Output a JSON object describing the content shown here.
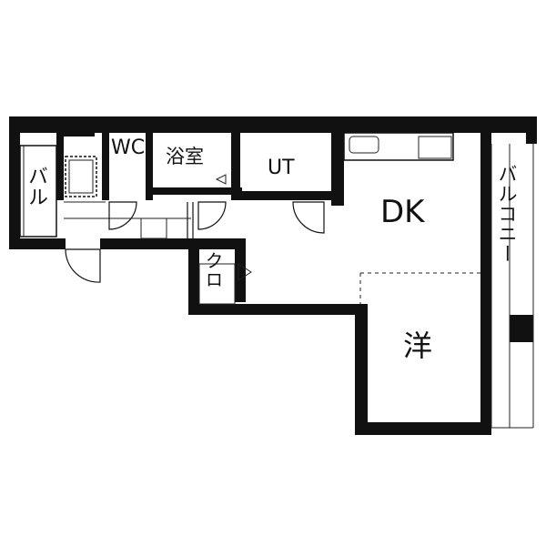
{
  "rooms": {
    "balcony_left": "バル",
    "wc": "WC",
    "bath": "浴室",
    "utility": "UT",
    "dining_kitchen": "DK",
    "closet": "クロ",
    "western_room": "洋",
    "balcony_right": "バルコニー"
  }
}
